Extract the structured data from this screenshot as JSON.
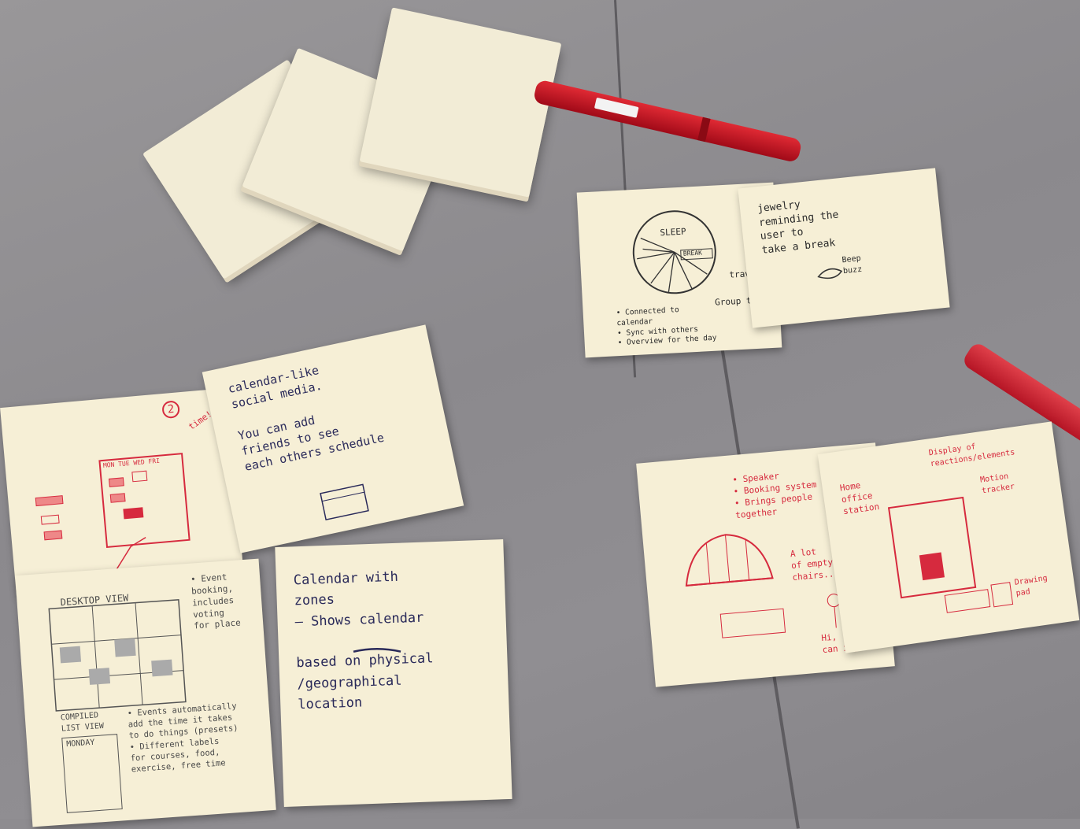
{
  "notes": {
    "clock": {
      "title": "SLEEP",
      "badge": "BREAK",
      "travel": "travel",
      "group": "Group time",
      "list": "• Connected to\n  calendar\n• Sync with others\n• Overview for the day"
    },
    "jewelry": {
      "text": "jewelry\nreminding the\nuser to\ntake a break",
      "buzz": "Beep\nbuzz"
    },
    "timeline": {
      "days": "MON TUE WED FRI",
      "exclaim": "time!!!",
      "number": "2"
    },
    "social": {
      "text": "calendar-like\nsocial media.\n\nYou can add\nfriends to see\neach others schedule"
    },
    "desktop": {
      "title": "DESKTOP VIEW",
      "side": "• Event\n booking,\n includes\n voting\n for place",
      "list_title": "COMPILED\nLIST VIEW",
      "day": "MONDAY",
      "bullets": "• Events automatically\n add the time it takes\n to do things (presets)\n• Different labels\n for courses, food,\n exercise, free time"
    },
    "zones": {
      "text": "Calendar with\nzones\n  — Shows calendar\n\nbased on physical\n/geographical\nlocation"
    },
    "speaker": {
      "text": "• Speaker\n• Booking system\n• Brings people\n  together",
      "empty": "A lot\nof empty\nchairs..",
      "hi": "Hi,\ncan i join?"
    },
    "office": {
      "title": "Home\noffice\nstation",
      "display": "Display of\nreactions/elements",
      "motion": "Motion\ntracker",
      "drawing": "Drawing\npad"
    }
  },
  "colors": {
    "ink_red": "#d62a3e",
    "ink_blue": "#2a2a5a",
    "paper": "#f6efd6",
    "table": "#8e8c90",
    "pen_red": "#c8102e"
  }
}
